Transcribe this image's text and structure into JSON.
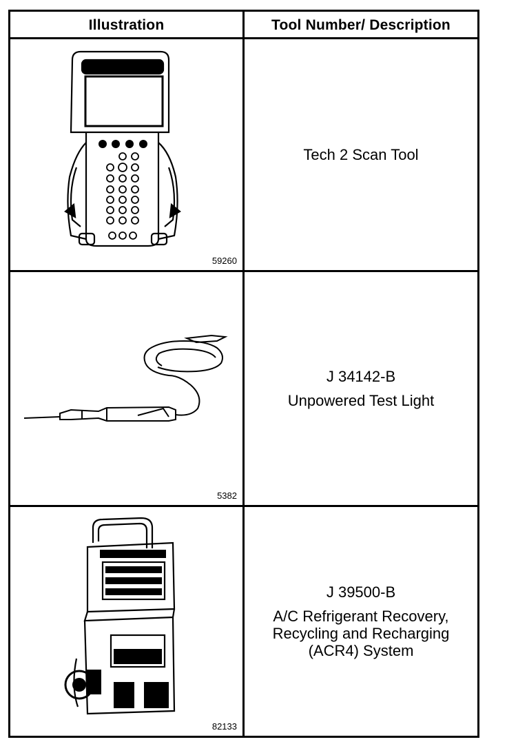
{
  "table": {
    "headers": {
      "illustration": "Illustration",
      "description": "Tool Number/ Description"
    },
    "rows": [
      {
        "figure_number": "59260",
        "tool_number": "",
        "description_lines": [
          "Tech 2 Scan Tool"
        ],
        "illustration": "scan-tool-illustration"
      },
      {
        "figure_number": "5382",
        "tool_number": "J 34142-B",
        "description_lines": [
          "Unpowered Test Light"
        ],
        "illustration": "test-light-illustration"
      },
      {
        "figure_number": "82133",
        "tool_number": "J 39500-B",
        "description_lines": [
          "A/C Refrigerant Recovery,",
          "Recycling and Recharging",
          "(ACR4) System"
        ],
        "illustration": "acr4-machine-illustration"
      }
    ]
  },
  "colors": {
    "ink": "#000000",
    "paper": "#ffffff"
  }
}
